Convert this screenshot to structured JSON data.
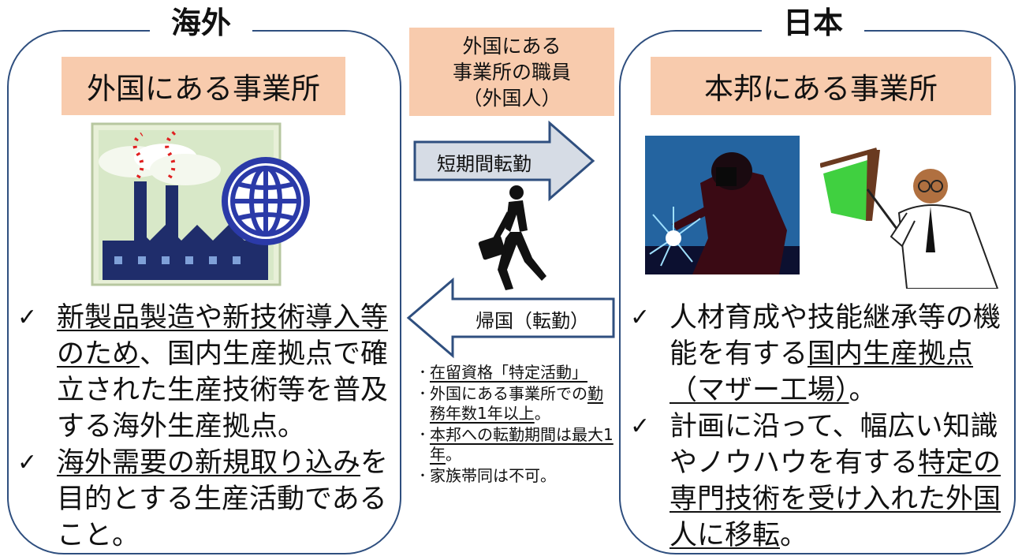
{
  "overseas": {
    "region_title": "海外",
    "box_label": "外国にある事業所",
    "bullets": [
      {
        "segments": [
          {
            "text": "新製品製造や新技術導入等のため",
            "underline": true
          },
          {
            "text": "、国内生産拠点で確立された生産技術等を普及する海外生産拠点。",
            "underline": false
          }
        ]
      },
      {
        "segments": [
          {
            "text": "海外需要の新規取り込み",
            "underline": true
          },
          {
            "text": "を目的とする生産活動であること。",
            "underline": false
          }
        ]
      }
    ]
  },
  "japan": {
    "region_title": "日本",
    "box_label": "本邦にある事業所",
    "bullets": [
      {
        "segments": [
          {
            "text": "人材育成や技能継承等の機能を有する",
            "underline": false
          },
          {
            "text": "国内生産拠点（マザー工場）",
            "underline": true
          },
          {
            "text": "。",
            "underline": false
          }
        ]
      },
      {
        "segments": [
          {
            "text": "計画に沿って、幅広い知識やノウハウを有する",
            "underline": false
          },
          {
            "text": "特定の専門技術を受け入れた外国人に移転",
            "underline": true
          },
          {
            "text": "。",
            "underline": false
          }
        ]
      }
    ]
  },
  "center": {
    "staff_box": [
      "外国にある",
      "事業所の職員",
      "（外国人）"
    ],
    "transfer_label": "短期間転勤",
    "return_label": "帰国（転勤）",
    "notes": [
      {
        "segments": [
          {
            "text": "在留資格「特定活動」",
            "underline": true
          }
        ]
      },
      {
        "segments": [
          {
            "text": "外国にある事業所での",
            "underline": false
          },
          {
            "text": "勤務年数1年以上",
            "underline": true
          },
          {
            "text": "。",
            "underline": false
          }
        ]
      },
      {
        "segments": [
          {
            "text": "本邦への転勤期間は最大1年",
            "underline": true
          },
          {
            "text": "。",
            "underline": false
          }
        ]
      },
      {
        "segments": [
          {
            "text": "家族帯同は不可。",
            "underline": false
          }
        ]
      }
    ]
  },
  "check_mark": "✓",
  "note_dot": "･",
  "colors": {
    "panel_border": "#2f4f7f",
    "box_fill": "#f8cbad",
    "arrow_fill": "#d6dce5",
    "arrow_border": "#2f4f7f"
  },
  "icons": {
    "factory": "factory-with-globe-icon",
    "businessman": "walking-businessman-icon",
    "welder": "welder-icon",
    "teacher": "teacher-icon"
  }
}
